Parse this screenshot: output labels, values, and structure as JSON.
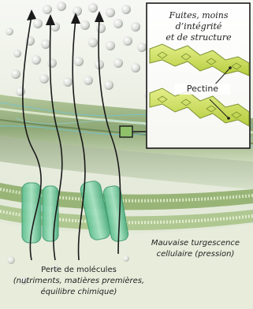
{
  "inset": {
    "caption_line1": "Fuites, moins",
    "caption_line2": "d’intégrité",
    "caption_line3": "et de structure",
    "pectin_label": "Pectine"
  },
  "captions": {
    "loss_line1": "Perte de molécules",
    "loss_line2": "(nutriments, matières premières,",
    "loss_line3": "équilibre chimique)",
    "turgor_line1": "Mauvaise turgescence",
    "turgor_line2": "cellulaire (pression)"
  }
}
